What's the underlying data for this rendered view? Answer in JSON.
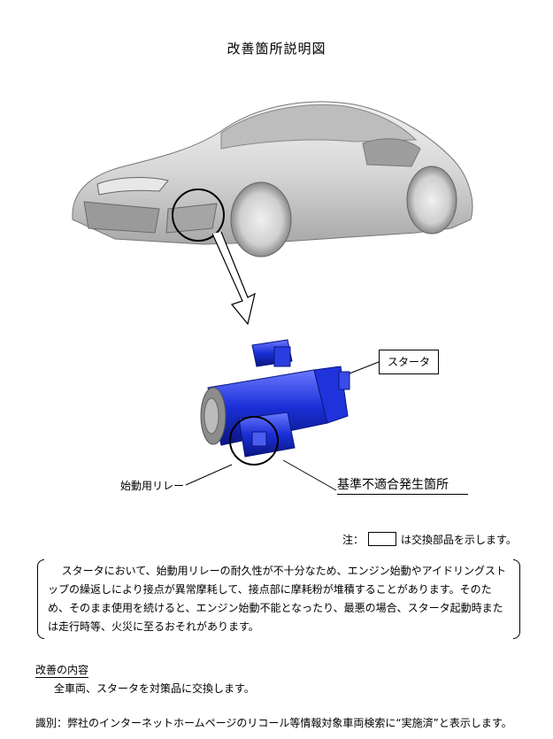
{
  "document": {
    "title": "改善箇所説明図",
    "labels": {
      "starter": "スタータ",
      "relay": "始動用リレー",
      "defect_location": "基準不適合発生箇所"
    },
    "note": {
      "prefix": "注：",
      "suffix": "は交換部品を示します。"
    },
    "description": "スタータにおいて、始動用リレーの耐久性が不十分なため、エンジン始動やアイドリングストップの繰返しにより接点が異常摩耗して、接点部に摩耗粉が堆積することがあります。そのため、そのまま使用を続けると、エンジン始動不能となったり、最悪の場合、スタータ起動時または走行時等、火災に至るおそれがあります。",
    "improvement": {
      "heading": "改善の内容",
      "body": "全車両、スタータを対策品に交換します。"
    },
    "identification": "識別：弊社のインターネットホームページのリコール等情報対象車両検索に“実施済”と表示します。"
  },
  "colors": {
    "part_highlight": "#1a2fd6",
    "car_body": "#d9d9d9"
  }
}
